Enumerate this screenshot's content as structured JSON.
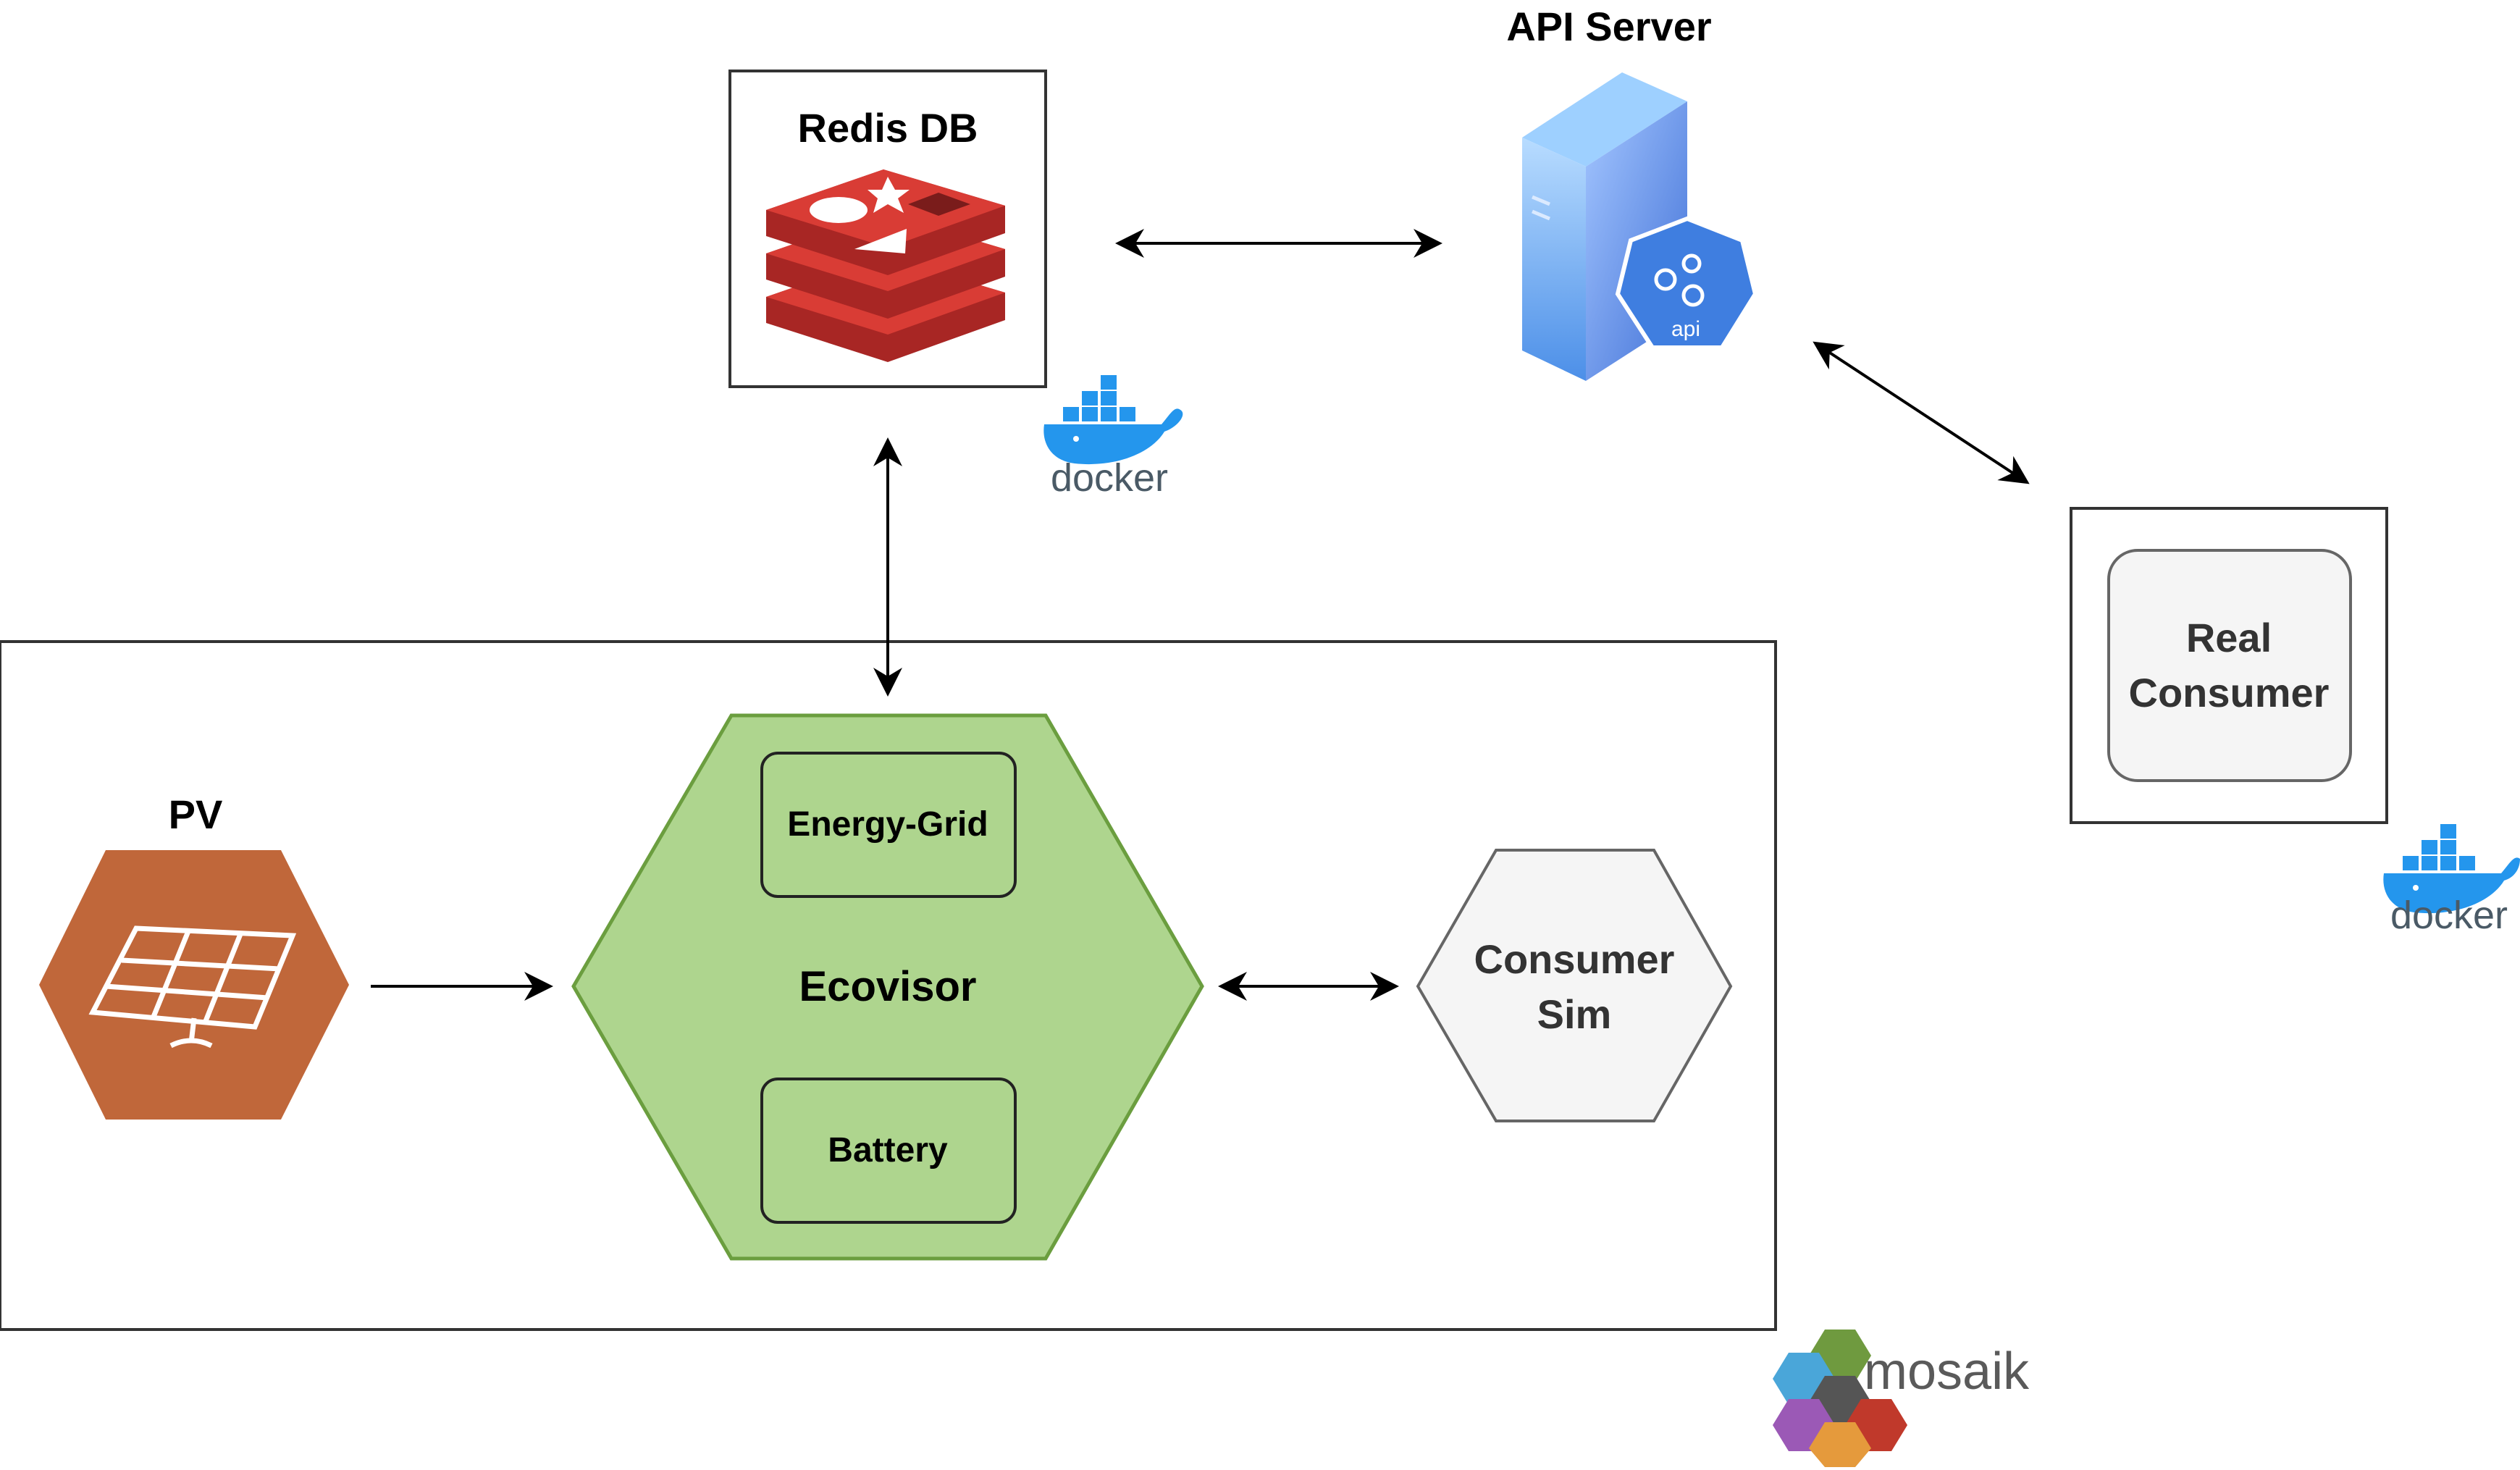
{
  "nodes": {
    "redis": {
      "label": "Redis DB"
    },
    "api": {
      "label": "API Server",
      "badge": "api"
    },
    "real_consumer": {
      "line1": "Real",
      "line2": "Consumer"
    },
    "pv": {
      "label": "PV"
    },
    "ecovisor": {
      "label": "Ecovisor"
    },
    "energy_grid": {
      "label": "Energy-Grid"
    },
    "battery": {
      "label": "Battery"
    },
    "consumer_sim": {
      "line1": "Consumer",
      "line2": "Sim"
    }
  },
  "logos": {
    "docker_1": {
      "text": "docker",
      "icon": "docker-whale-icon"
    },
    "docker_2": {
      "text": "docker",
      "icon": "docker-whale-icon"
    },
    "mosaik": {
      "text": "mosaik",
      "icon": "mosaik-hexagon-icon"
    }
  },
  "edges": [
    {
      "from": "redis",
      "to": "api",
      "style": "bidirectional"
    },
    {
      "from": "api",
      "to": "real_consumer",
      "style": "bidirectional"
    },
    {
      "from": "redis",
      "to": "ecovisor",
      "style": "bidirectional"
    },
    {
      "from": "pv",
      "to": "ecovisor",
      "style": "directed"
    },
    {
      "from": "ecovisor",
      "to": "consumer_sim",
      "style": "bidirectional"
    }
  ],
  "colors": {
    "redis_red": "#c6302b",
    "pv_orange": "#c0673a",
    "ecovisor_green": "#aed58e",
    "ecovisor_border": "#6b9e3f",
    "server_blue": "#4f8ef0",
    "sim_gray": "#f5f5f5",
    "docker_blue": "#2496ed"
  }
}
